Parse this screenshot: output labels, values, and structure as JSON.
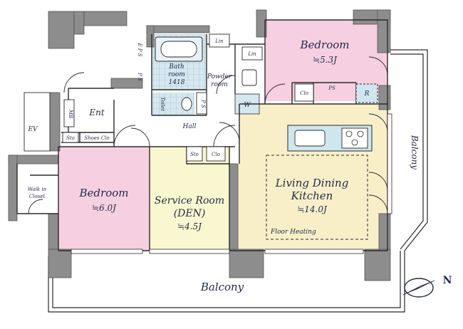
{
  "rooms": {
    "bedroom_top": {
      "name": "Bedroom",
      "size": "≒5.3J"
    },
    "bedroom_left": {
      "name": "Bedroom",
      "size": "≒6.0J"
    },
    "service": {
      "name": "Service Room",
      "sub": "(DEN)",
      "size": "≒4.5J"
    },
    "ldk": {
      "line1": "Living Dining",
      "line2": "Kitchen",
      "size": "≒14.0J",
      "note": "Floor Heating"
    },
    "bath": {
      "line1": "Bath",
      "line2": "room",
      "line3": "1418"
    },
    "powder": {
      "line1": "Powder",
      "line2": "room"
    },
    "walkin": {
      "line1": "Walk in",
      "line2": "Closet"
    },
    "hall": "Hall",
    "entrance": "Ent",
    "toilet": "Toilet"
  },
  "small_labels": {
    "lin_a": "Lin",
    "lin_b": "Lin",
    "clo_a": "Clo",
    "clo_b": "Clo",
    "sto_a": "Sto",
    "sto_b": "Sto",
    "shoes": "Shoes Clo",
    "ps_top": "PS",
    "r": "R",
    "w": "W",
    "ev": "EV",
    "eps": "E P S",
    "ps_left": "P S",
    "ps_toilet": "P S",
    "meter": "MB"
  },
  "balcony_bottom": "Balcony",
  "balcony_right": "Balcony",
  "compass_label": "N",
  "colors": {
    "bedroom": "#f6cfe0",
    "service": "#f9f7cf",
    "ldk": "#f8efc9",
    "wet": "#d5e7ef",
    "wall": "#8d8d8d",
    "line": "#2a2a2a",
    "text": "#1f2a4a"
  }
}
